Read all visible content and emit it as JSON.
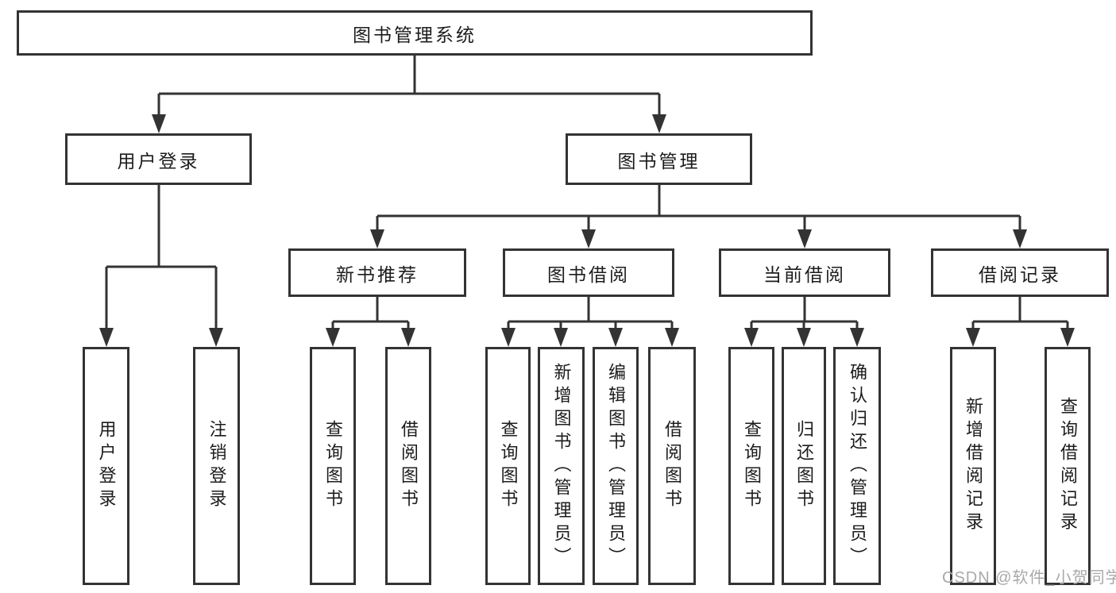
{
  "diagram_type": "hierarchy-flowchart",
  "colors": {
    "line": "#333333",
    "box_border": "#333333",
    "text": "#1c1c1c",
    "background": "#ffffff",
    "watermark": "#a9a9a9"
  },
  "tree": {
    "label": "图书管理系统",
    "children": [
      {
        "label": "用户登录",
        "children": [
          {
            "label": "用户登录"
          },
          {
            "label": "注销登录"
          }
        ]
      },
      {
        "label": "图书管理",
        "children": [
          {
            "label": "新书推荐",
            "children": [
              {
                "label": "查询图书"
              },
              {
                "label": "借阅图书"
              }
            ]
          },
          {
            "label": "图书借阅",
            "children": [
              {
                "label": "查询图书"
              },
              {
                "label": "新增图书（管理员）"
              },
              {
                "label": "编辑图书（管理员）"
              },
              {
                "label": "借阅图书"
              }
            ]
          },
          {
            "label": "当前借阅",
            "children": [
              {
                "label": "查询图书"
              },
              {
                "label": "归还图书"
              },
              {
                "label": "确认归还（管理员）"
              }
            ]
          },
          {
            "label": "借阅记录",
            "children": [
              {
                "label": "新增借阅记录"
              },
              {
                "label": "查询借阅记录"
              }
            ]
          }
        ]
      }
    ]
  },
  "watermark": {
    "text": "CSDN @软件_小贺同学"
  }
}
